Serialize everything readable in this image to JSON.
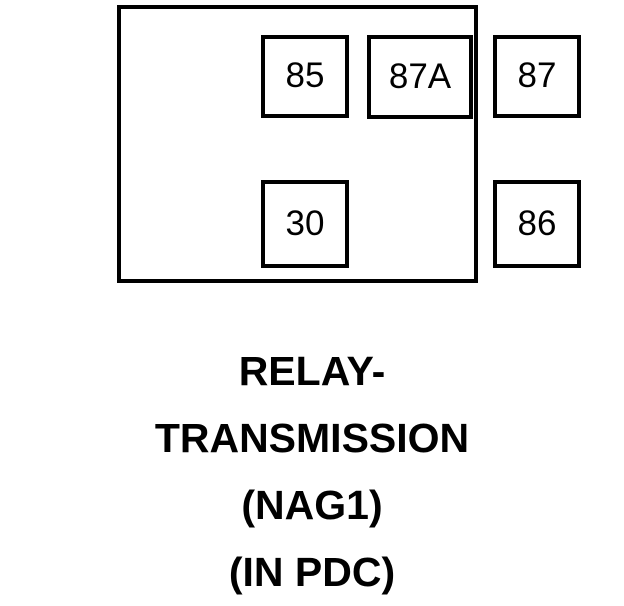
{
  "diagram": {
    "kind": "relay-terminal-pinout",
    "outline_color": "#000000",
    "background_color": "#ffffff",
    "terminals": [
      {
        "id": "85",
        "label": "85",
        "row": "top",
        "position": "left"
      },
      {
        "id": "87A",
        "label": "87A",
        "row": "top",
        "position": "center"
      },
      {
        "id": "87",
        "label": "87",
        "row": "top",
        "position": "right"
      },
      {
        "id": "30",
        "label": "30",
        "row": "bottom",
        "position": "left"
      },
      {
        "id": "86",
        "label": "86",
        "row": "bottom",
        "position": "right"
      }
    ]
  },
  "caption": {
    "lines": [
      "RELAY-",
      "TRANSMISSION",
      "(NAG1)",
      "(IN PDC)"
    ]
  }
}
